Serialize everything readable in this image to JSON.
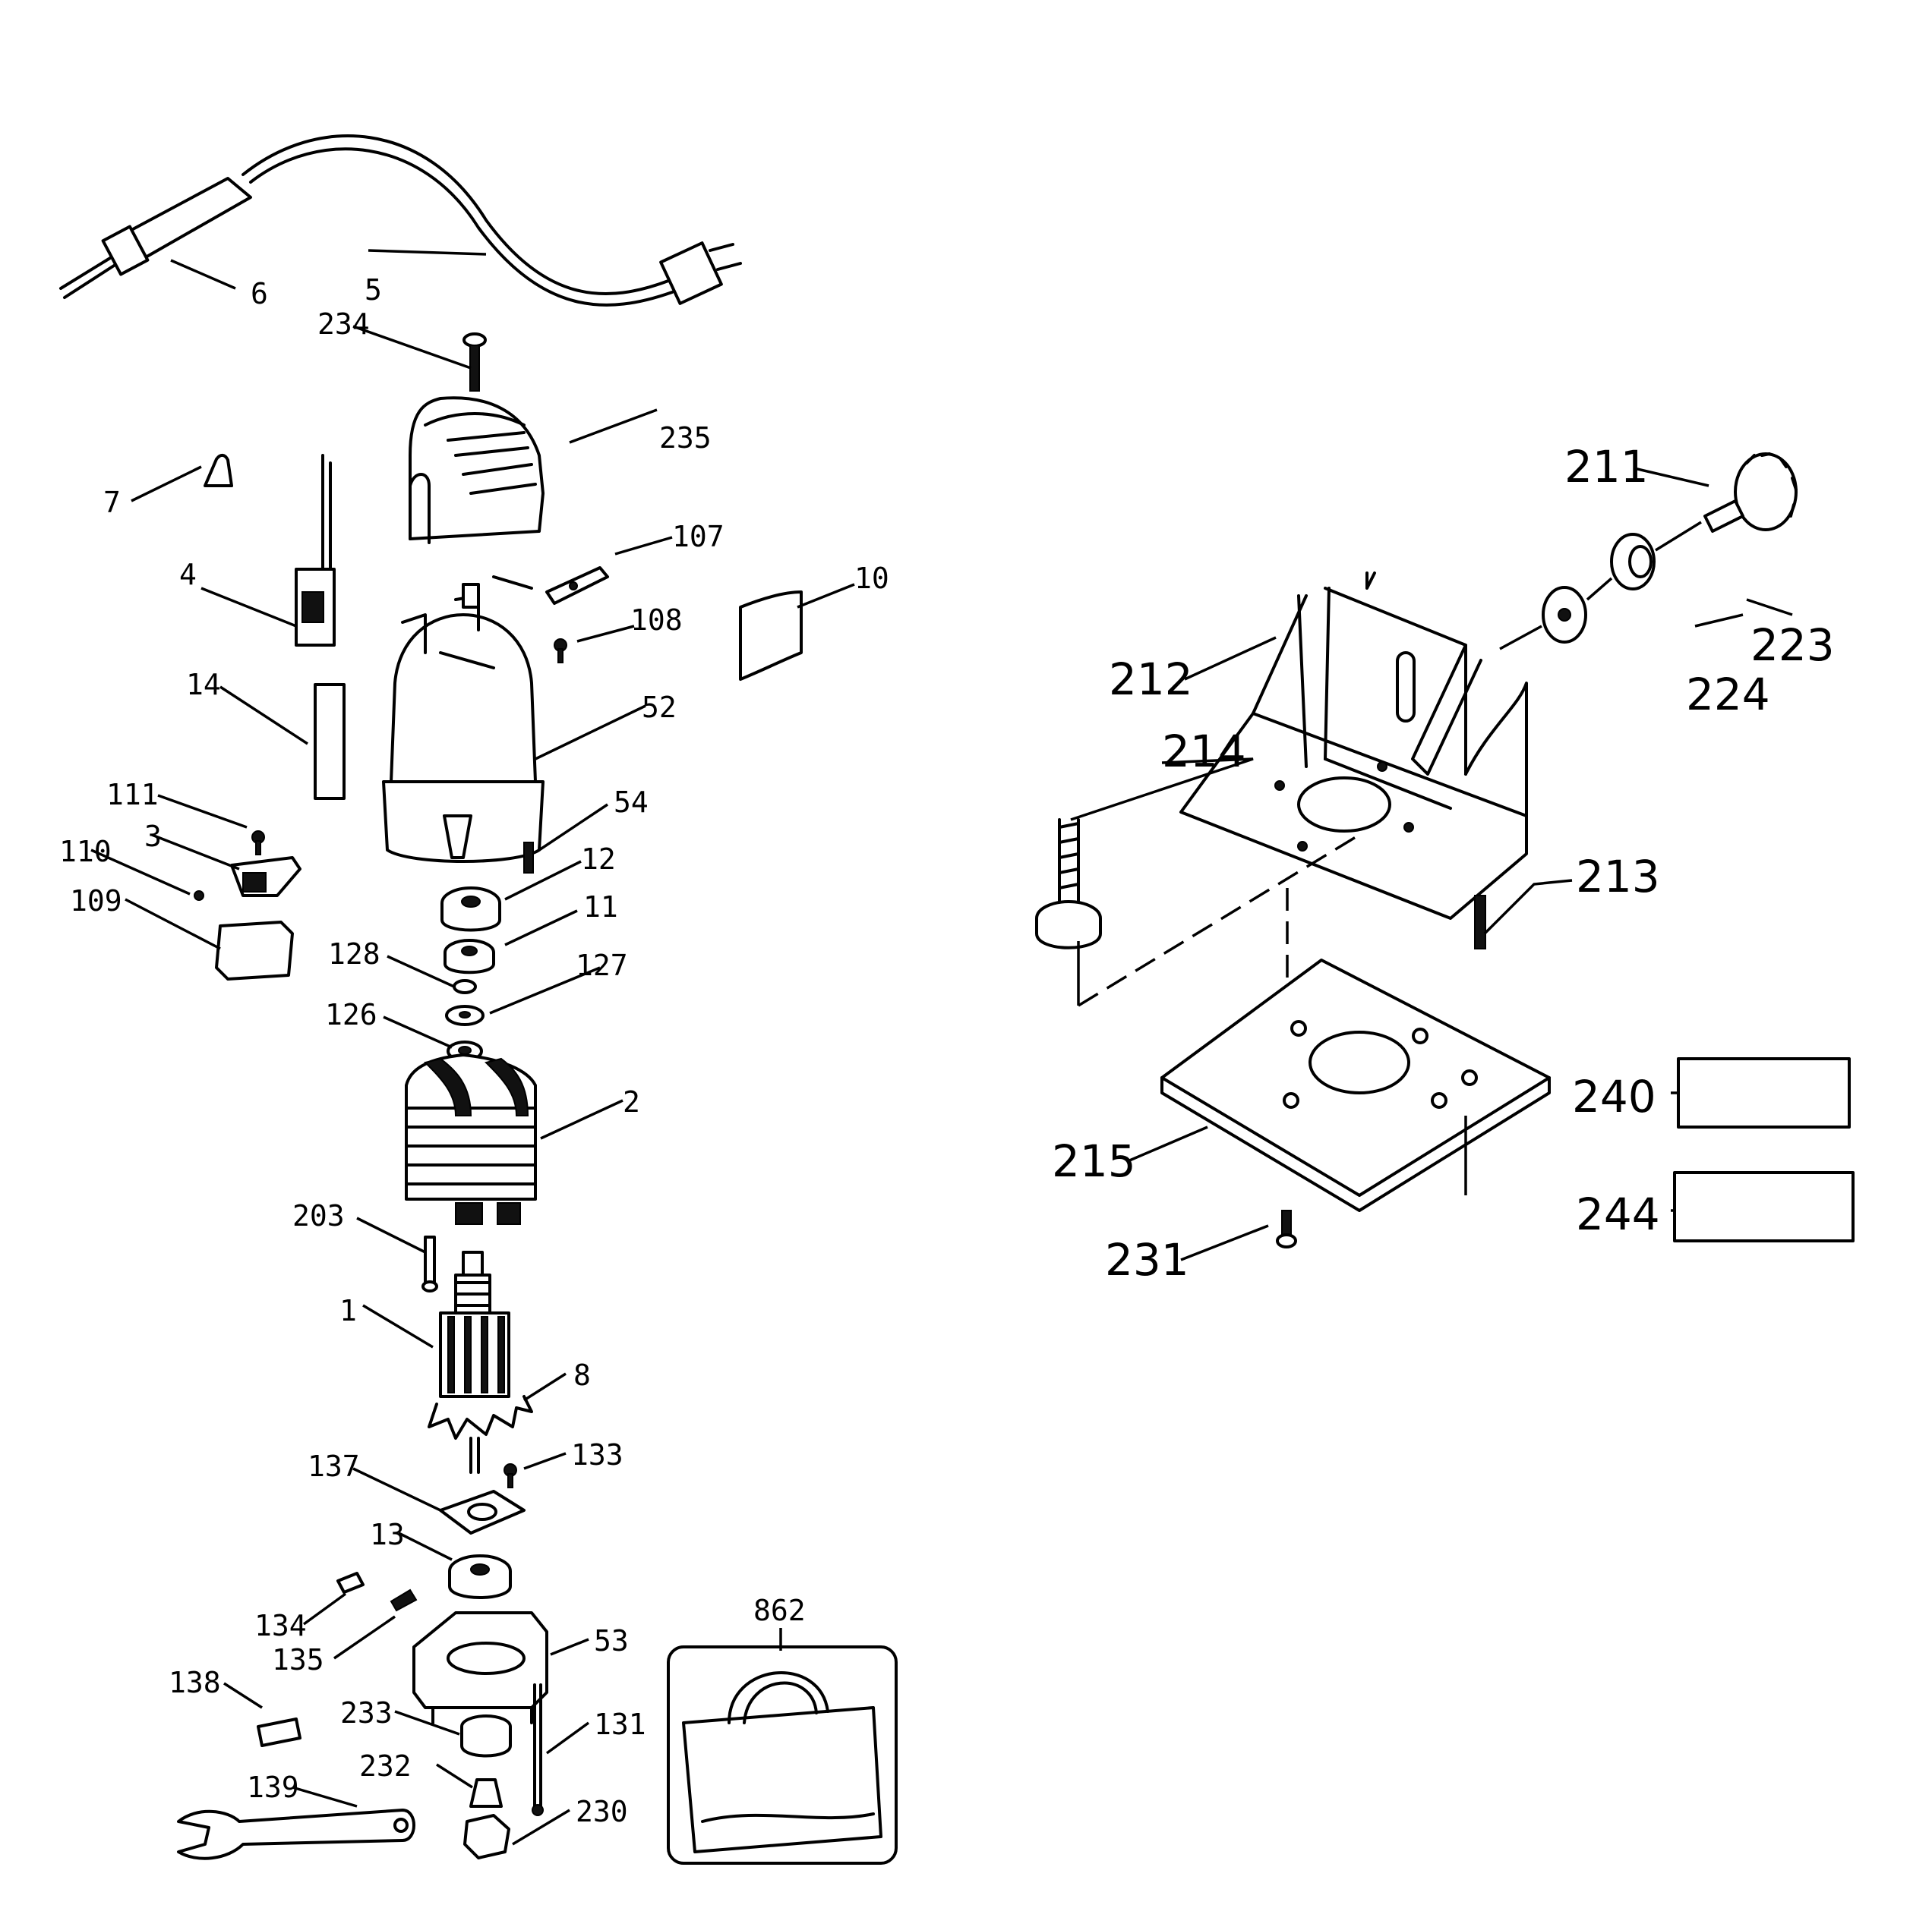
{
  "labels": {
    "p6": "6",
    "p5": "5",
    "p234": "234",
    "p235": "235",
    "p7": "7",
    "p107": "107",
    "p10": "10",
    "p4": "4",
    "p108": "108",
    "p14": "14",
    "p52": "52",
    "p111": "111",
    "p54": "54",
    "p3": "3",
    "p12": "12",
    "p110": "110",
    "p11": "11",
    "p109": "109",
    "p128": "128",
    "p127": "127",
    "p126": "126",
    "p2": "2",
    "p203": "203",
    "p1": "1",
    "p8": "8",
    "p137": "137",
    "p133": "133",
    "p13": "13",
    "p134": "134",
    "p135": "135",
    "p53": "53",
    "p138": "138",
    "p233": "233",
    "p131": "131",
    "p232": "232",
    "p139": "139",
    "p230": "230",
    "p862": "862",
    "p211": "211",
    "p223": "223",
    "p212": "212",
    "p224": "224",
    "p214": "214",
    "p213": "213",
    "p215": "215",
    "p240": "240",
    "p244": "244",
    "p231": "231"
  }
}
